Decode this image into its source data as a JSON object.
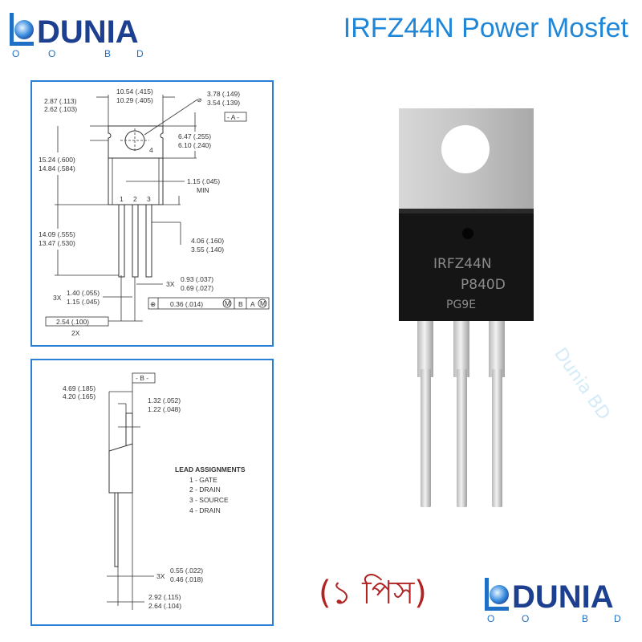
{
  "header": {
    "logo": {
      "name": "DUNIA",
      "sub": [
        "O",
        "O",
        "B",
        "D"
      ]
    },
    "title": "IRFZ44N Power Mosfet"
  },
  "watermark": "Dunia BD",
  "front_view": {
    "width_max": "10.54 (.415)",
    "width_min": "10.29 (.405)",
    "hole_max": "3.78 (.149)",
    "hole_min": "3.54 (.139)",
    "hole_symbol": "⌀",
    "datum_a": "- A -",
    "tab_thk_max": "2.87 (.113)",
    "tab_thk_min": "2.62 (.103)",
    "tab_h_max": "6.47 (.255)",
    "tab_h_min": "6.10 (.240)",
    "height_max": "15.24 (.600)",
    "height_min": "14.84 (.584)",
    "lead_gap": "1.15 (.045)",
    "lead_gap_note": "MIN",
    "lead_len_max": "14.09 (.555)",
    "lead_len_min": "13.47 (.530)",
    "shoulder_max": "4.06 (.160)",
    "shoulder_min": "3.55 (.140)",
    "lead_w_mult": "3X",
    "lead_w_max": "0.93 (.037)",
    "lead_w_min": "0.69 (.027)",
    "lead_sh_mult": "3X",
    "lead_sh_max": "1.40 (.055)",
    "lead_sh_min": "1.15 (.045)",
    "tolerance": {
      "symbol": "⊕",
      "value": "0.36 (.014)",
      "m1": "M",
      "b": "B",
      "a": "A",
      "m2": "M"
    },
    "pitch": "2.54 (.100)",
    "pitch_mult": "2X",
    "pins": [
      "1",
      "2",
      "3"
    ],
    "tab_pin": "4"
  },
  "side_view": {
    "datum_b": "- B -",
    "depth_max": "4.69 (.185)",
    "depth_min": "4.20 (.165)",
    "tab_thk_max": "1.32 (.052)",
    "tab_thk_min": "1.22 (.048)",
    "lead_assign_title": "LEAD ASSIGNMENTS",
    "lead_assign": [
      "1 - GATE",
      "2 - DRAIN",
      "3 - SOURCE",
      "4 - DRAIN"
    ],
    "lead_thk_mult": "3X",
    "lead_thk_max": "0.55 (.022)",
    "lead_thk_min": "0.46 (.018)",
    "offset_max": "2.92 (.115)",
    "offset_min": "2.64 (.104)"
  },
  "product": {
    "marking": [
      "IRFZ44N",
      "P840D",
      "PG9E"
    ]
  },
  "footer": {
    "quantity": "(১ পিস)",
    "logo": {
      "name": "DUNIA",
      "sub": [
        "O",
        "O",
        "B",
        "D"
      ]
    }
  },
  "colors": {
    "brand_blue": "#1d3f8f",
    "title_blue": "#1f86d8",
    "frame_blue": "#2a7fd4",
    "qty_red": "#b02424"
  }
}
